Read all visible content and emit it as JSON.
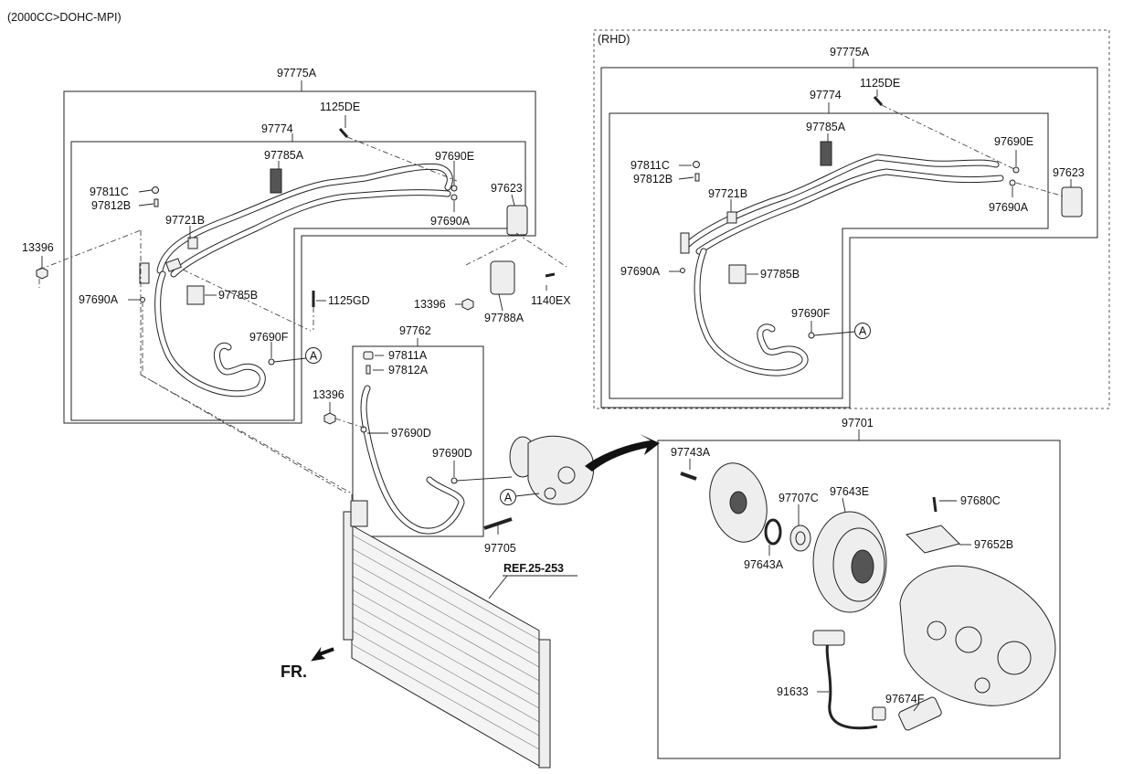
{
  "header": {
    "title": "(2000CC>DOHC-MPI)"
  },
  "rhd_label": "(RHD)",
  "labels": {
    "l_97775A": "97775A",
    "l_1125DE": "1125DE",
    "l_97774": "97774",
    "l_97785A": "97785A",
    "l_97690E": "97690E",
    "l_97623": "97623",
    "l_97811C": "97811C",
    "l_97812B": "97812B",
    "l_97721B": "97721B",
    "l_97690A_top": "97690A",
    "l_13396_left": "13396",
    "l_97690A_left": "97690A",
    "l_97785B": "97785B",
    "l_1125GD": "1125GD",
    "l_13396_mid": "13396",
    "l_97788A": "97788A",
    "l_1140EX": "1140EX",
    "l_97690F": "97690F",
    "l_97762": "97762",
    "l_97811A": "97811A",
    "l_97812A": "97812A",
    "l_13396_low": "13396",
    "l_97690D_1": "97690D",
    "l_97690D_2": "97690D",
    "l_97705": "97705",
    "r_97775A": "97775A",
    "r_1125DE": "1125DE",
    "r_97774": "97774",
    "r_97785A": "97785A",
    "r_97690E": "97690E",
    "r_97623": "97623",
    "r_97811C": "97811C",
    "r_97812B": "97812B",
    "r_97721B": "97721B",
    "r_97690A_right": "97690A",
    "r_97690A_left": "97690A",
    "r_97785B": "97785B",
    "r_97690F": "97690F",
    "c_97701": "97701",
    "c_97743A": "97743A",
    "c_97707C": "97707C",
    "c_97643E": "97643E",
    "c_97680C": "97680C",
    "c_97652B": "97652B",
    "c_97643A": "97643A",
    "c_91633": "91633",
    "c_97674F": "97674F"
  },
  "callout_A": "A",
  "ref_label": "REF.25-253",
  "fr_label": "FR."
}
